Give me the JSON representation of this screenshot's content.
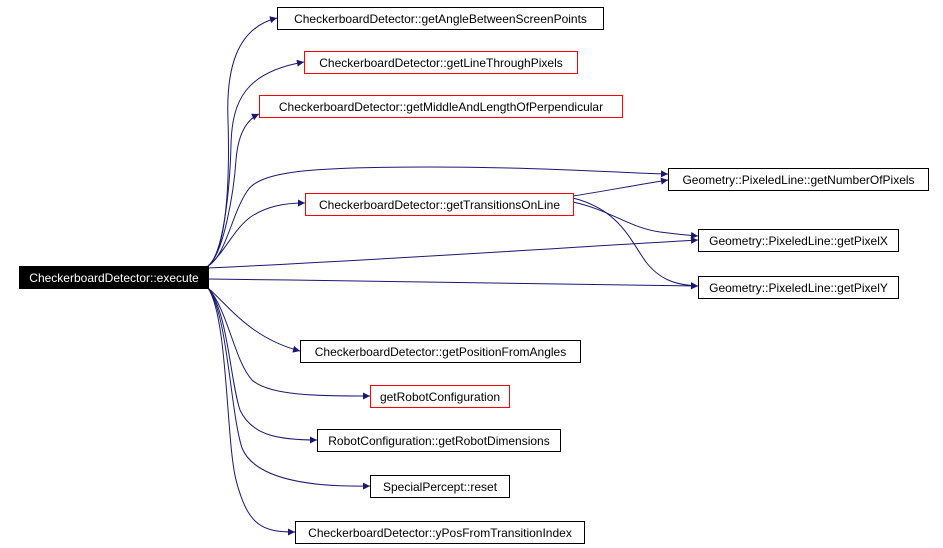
{
  "colors": {
    "edge": "#191970",
    "node_border_normal": "#000000",
    "node_border_highlight": "#ff0000",
    "root_fill": "#000000",
    "root_text": "#ffffff",
    "node_fill": "#ffffff",
    "node_text": "#000000"
  },
  "nodes": [
    {
      "id": "execute",
      "label": "CheckerboardDetector::execute",
      "style": "root"
    },
    {
      "id": "getAngleBetweenScreenPoints",
      "label": "CheckerboardDetector::getAngleBetweenScreenPoints",
      "style": "normal"
    },
    {
      "id": "getLineThroughPixels",
      "label": "CheckerboardDetector::getLineThroughPixels",
      "style": "red"
    },
    {
      "id": "getMiddleAndLengthOfPerpendicular",
      "label": "CheckerboardDetector::getMiddleAndLengthOfPerpendicular",
      "style": "red"
    },
    {
      "id": "getNumberOfPixels",
      "label": "Geometry::PixeledLine::getNumberOfPixels",
      "style": "normal"
    },
    {
      "id": "getTransitionsOnLine",
      "label": "CheckerboardDetector::getTransitionsOnLine",
      "style": "red"
    },
    {
      "id": "getPixelX",
      "label": "Geometry::PixeledLine::getPixelX",
      "style": "normal"
    },
    {
      "id": "getPixelY",
      "label": "Geometry::PixeledLine::getPixelY",
      "style": "normal"
    },
    {
      "id": "getPositionFromAngles",
      "label": "CheckerboardDetector::getPositionFromAngles",
      "style": "normal"
    },
    {
      "id": "getRobotConfiguration",
      "label": "getRobotConfiguration",
      "style": "red"
    },
    {
      "id": "getRobotDimensions",
      "label": "RobotConfiguration::getRobotDimensions",
      "style": "normal"
    },
    {
      "id": "reset",
      "label": "SpecialPercept::reset",
      "style": "normal"
    },
    {
      "id": "yPosFromTransitionIndex",
      "label": "CheckerboardDetector::yPosFromTransitionIndex",
      "style": "normal"
    }
  ],
  "edges": [
    {
      "from": "execute",
      "to": "getAngleBetweenScreenPoints"
    },
    {
      "from": "execute",
      "to": "getLineThroughPixels"
    },
    {
      "from": "execute",
      "to": "getMiddleAndLengthOfPerpendicular"
    },
    {
      "from": "execute",
      "to": "getNumberOfPixels"
    },
    {
      "from": "execute",
      "to": "getTransitionsOnLine"
    },
    {
      "from": "execute",
      "to": "getPixelX"
    },
    {
      "from": "execute",
      "to": "getPixelY"
    },
    {
      "from": "execute",
      "to": "getPositionFromAngles"
    },
    {
      "from": "execute",
      "to": "getRobotConfiguration"
    },
    {
      "from": "execute",
      "to": "getRobotDimensions"
    },
    {
      "from": "execute",
      "to": "reset"
    },
    {
      "from": "execute",
      "to": "yPosFromTransitionIndex"
    },
    {
      "from": "getTransitionsOnLine",
      "to": "getNumberOfPixels"
    },
    {
      "from": "getTransitionsOnLine",
      "to": "getPixelX"
    },
    {
      "from": "getTransitionsOnLine",
      "to": "getPixelY"
    }
  ]
}
